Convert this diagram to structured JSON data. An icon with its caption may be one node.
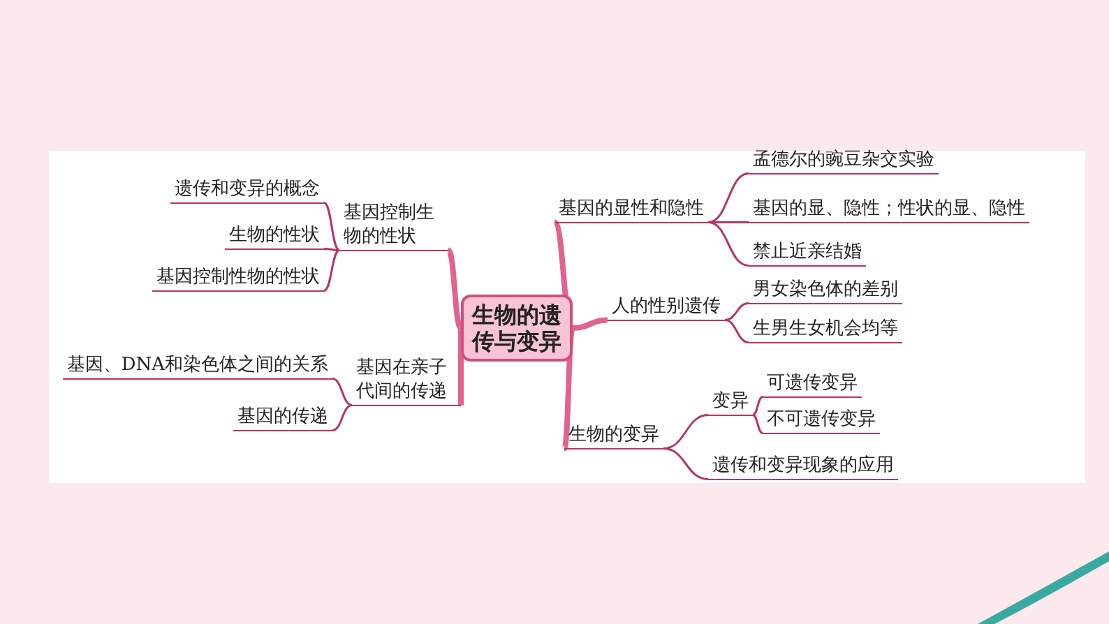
{
  "diagram": {
    "nodes": [
      {
        "text": [
          "生物的遗传与变异"
        ]
      },
      {
        "text": [
          "基因控制生物的性状"
        ]
      },
      {
        "text": [
          "遗传和变异的概念"
        ]
      },
      {
        "text": [
          "生物的性状"
        ]
      },
      {
        "text": [
          "基因控制性物的性状"
        ]
      },
      {
        "text": [
          "基因在亲子代间的传递"
        ]
      },
      {
        "text": [
          "基因、DNA和染色体之间的关系"
        ]
      },
      {
        "text": [
          "基因的传递"
        ]
      },
      {
        "text": [
          "基因的显性和隐性"
        ]
      },
      {
        "text": [
          "孟德尔的豌豆杂交实验"
        ]
      },
      {
        "text": [
          "基因的显、隐性；性状的显、隐性"
        ]
      },
      {
        "text": [
          "禁止近亲结婚"
        ]
      },
      {
        "text": [
          "人的性别遗传"
        ]
      },
      {
        "text": [
          "男女染色体的差别"
        ]
      },
      {
        "text": [
          "生男生女机会均等"
        ]
      },
      {
        "text": [
          "生物的变异"
        ]
      },
      {
        "text": [
          "变异"
        ]
      },
      {
        "text": [
          "可遗传变异"
        ]
      },
      {
        "text": [
          "不可遗传变异"
        ]
      },
      {
        "text": [
          "遗传和变异现象的应用"
        ]
      }
    ],
    "edges": [
      {
        "from": 0,
        "to": 1,
        "arrow": "none",
        "style": "thick",
        "color": "#e2628f"
      },
      {
        "from": 1,
        "to": 2,
        "arrow": "none"
      },
      {
        "from": 1,
        "to": 3,
        "arrow": "none"
      },
      {
        "from": 1,
        "to": 4,
        "arrow": "none"
      },
      {
        "from": 0,
        "to": 5,
        "arrow": "none",
        "style": "thick",
        "color": "#e2628f"
      },
      {
        "from": 5,
        "to": 6,
        "arrow": "none"
      },
      {
        "from": 5,
        "to": 7,
        "arrow": "none"
      },
      {
        "from": 0,
        "to": 8,
        "arrow": "none",
        "style": "thick",
        "color": "#e2628f"
      },
      {
        "from": 8,
        "to": 9,
        "arrow": "none"
      },
      {
        "from": 8,
        "to": 10,
        "arrow": "none"
      },
      {
        "from": 8,
        "to": 11,
        "arrow": "none"
      },
      {
        "from": 0,
        "to": 12,
        "arrow": "none",
        "style": "thick",
        "color": "#e2628f"
      },
      {
        "from": 12,
        "to": 13,
        "arrow": "none"
      },
      {
        "from": 12,
        "to": 14,
        "arrow": "none"
      },
      {
        "from": 0,
        "to": 15,
        "arrow": "none",
        "style": "thick",
        "color": "#e2628f"
      },
      {
        "from": 15,
        "to": 16,
        "arrow": "none"
      },
      {
        "from": 16,
        "to": 17,
        "arrow": "none"
      },
      {
        "from": 16,
        "to": 18,
        "arrow": "none"
      },
      {
        "from": 15,
        "to": 19,
        "arrow": "none"
      }
    ]
  }
}
